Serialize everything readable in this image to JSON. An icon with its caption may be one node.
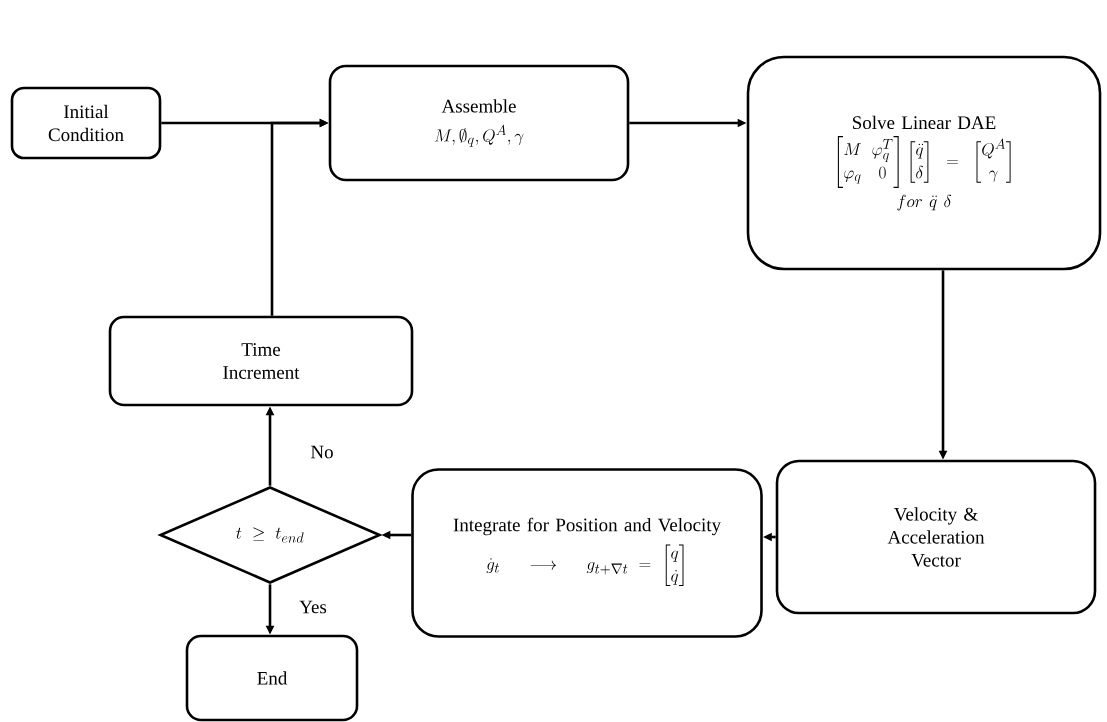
{
  "diagram": {
    "nodes": [
      {
        "text": [
          "Initial Condition"
        ]
      },
      {
        "text": [
          "Assemble",
          "M, \\emptyset_q, Q^A, \\gamma"
        ]
      },
      {
        "text": [
          "Solve Linear DAE",
          "\\begin{bmatrix} M & \\varphi_q^T \\\\ \\varphi_q & 0 \\end{bmatrix} \\begin{bmatrix} \\ddot{q} \\\\ \\delta \\end{bmatrix} = \\begin{bmatrix} Q^A \\\\ \\gamma \\end{bmatrix}",
          "for\\ \\ddot{q}\\ \\delta"
        ]
      },
      {
        "text": [
          "Velocity & Acceleration Vector"
        ]
      },
      {
        "text": [
          "Integrate for Position and Velocity",
          "\\dot{g}_t \\quad\\longrightarrow\\quad g_{t+\\nabla t} = \\begin{bmatrix} q \\\\ \\dot{q} \\end{bmatrix}"
        ]
      },
      {
        "text": [
          "t \\geq t_{end}"
        ]
      },
      {
        "text": [
          "Time Increment"
        ]
      },
      {
        "text": [
          "End"
        ]
      }
    ],
    "edges": [
      {
        "from": 0,
        "to": 1,
        "arrow": "to"
      },
      {
        "from": 6,
        "to": 1,
        "arrow": "to"
      },
      {
        "from": 1,
        "to": 2,
        "arrow": "to"
      },
      {
        "from": 2,
        "to": 3,
        "arrow": "to"
      },
      {
        "from": 3,
        "to": 4,
        "arrow": "to"
      },
      {
        "from": 4,
        "to": 5,
        "arrow": "to"
      },
      {
        "from": 5,
        "to": 6,
        "arrow": "to",
        "label": "No"
      },
      {
        "from": 5,
        "to": 7,
        "arrow": "to",
        "label": "Yes"
      }
    ]
  }
}
